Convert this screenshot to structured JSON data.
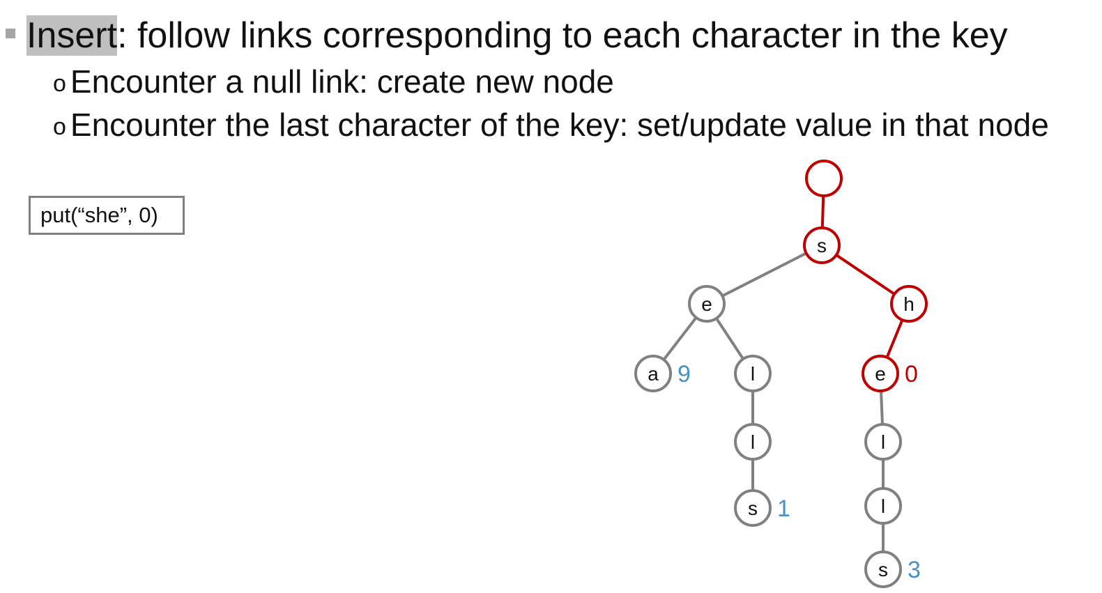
{
  "bullets": {
    "main_keyword": "Insert",
    "main_rest": ": follow links corresponding to each character in the key",
    "sub_marker": "o",
    "sub1": "Encounter a null link: create new node",
    "sub2": "Encounter the last character of the key: set/update value in that node"
  },
  "operation": {
    "label": "put(“she”, 0)"
  },
  "colors": {
    "highlight": "#c00000",
    "normal": "#808080",
    "value_blue": "#4a90c8",
    "value_red": "#c00000"
  },
  "trie": {
    "nodes": [
      {
        "id": "root",
        "char": "",
        "value": "",
        "on_path": true
      },
      {
        "id": "s",
        "char": "s",
        "value": "",
        "on_path": true
      },
      {
        "id": "e1",
        "char": "e",
        "value": "",
        "on_path": false
      },
      {
        "id": "h",
        "char": "h",
        "value": "",
        "on_path": true
      },
      {
        "id": "a",
        "char": "a",
        "value": "9",
        "on_path": false
      },
      {
        "id": "l1",
        "char": "l",
        "value": "",
        "on_path": false
      },
      {
        "id": "e2",
        "char": "e",
        "value": "0",
        "on_path": true
      },
      {
        "id": "l2",
        "char": "l",
        "value": "",
        "on_path": false
      },
      {
        "id": "s2",
        "char": "s",
        "value": "1",
        "on_path": false
      },
      {
        "id": "l3",
        "char": "l",
        "value": "",
        "on_path": false
      },
      {
        "id": "l4",
        "char": "l",
        "value": "",
        "on_path": false
      },
      {
        "id": "s3",
        "char": "s",
        "value": "3",
        "on_path": false
      }
    ],
    "edges": [
      {
        "from": "root",
        "to": "s",
        "on_path": true
      },
      {
        "from": "s",
        "to": "e1",
        "on_path": false
      },
      {
        "from": "s",
        "to": "h",
        "on_path": true
      },
      {
        "from": "e1",
        "to": "a",
        "on_path": false
      },
      {
        "from": "e1",
        "to": "l1",
        "on_path": false
      },
      {
        "from": "h",
        "to": "e2",
        "on_path": true
      },
      {
        "from": "l1",
        "to": "l2",
        "on_path": false
      },
      {
        "from": "l2",
        "to": "s2",
        "on_path": false
      },
      {
        "from": "e2",
        "to": "l3",
        "on_path": false
      },
      {
        "from": "l3",
        "to": "l4",
        "on_path": false
      },
      {
        "from": "l4",
        "to": "s3",
        "on_path": false
      }
    ]
  }
}
